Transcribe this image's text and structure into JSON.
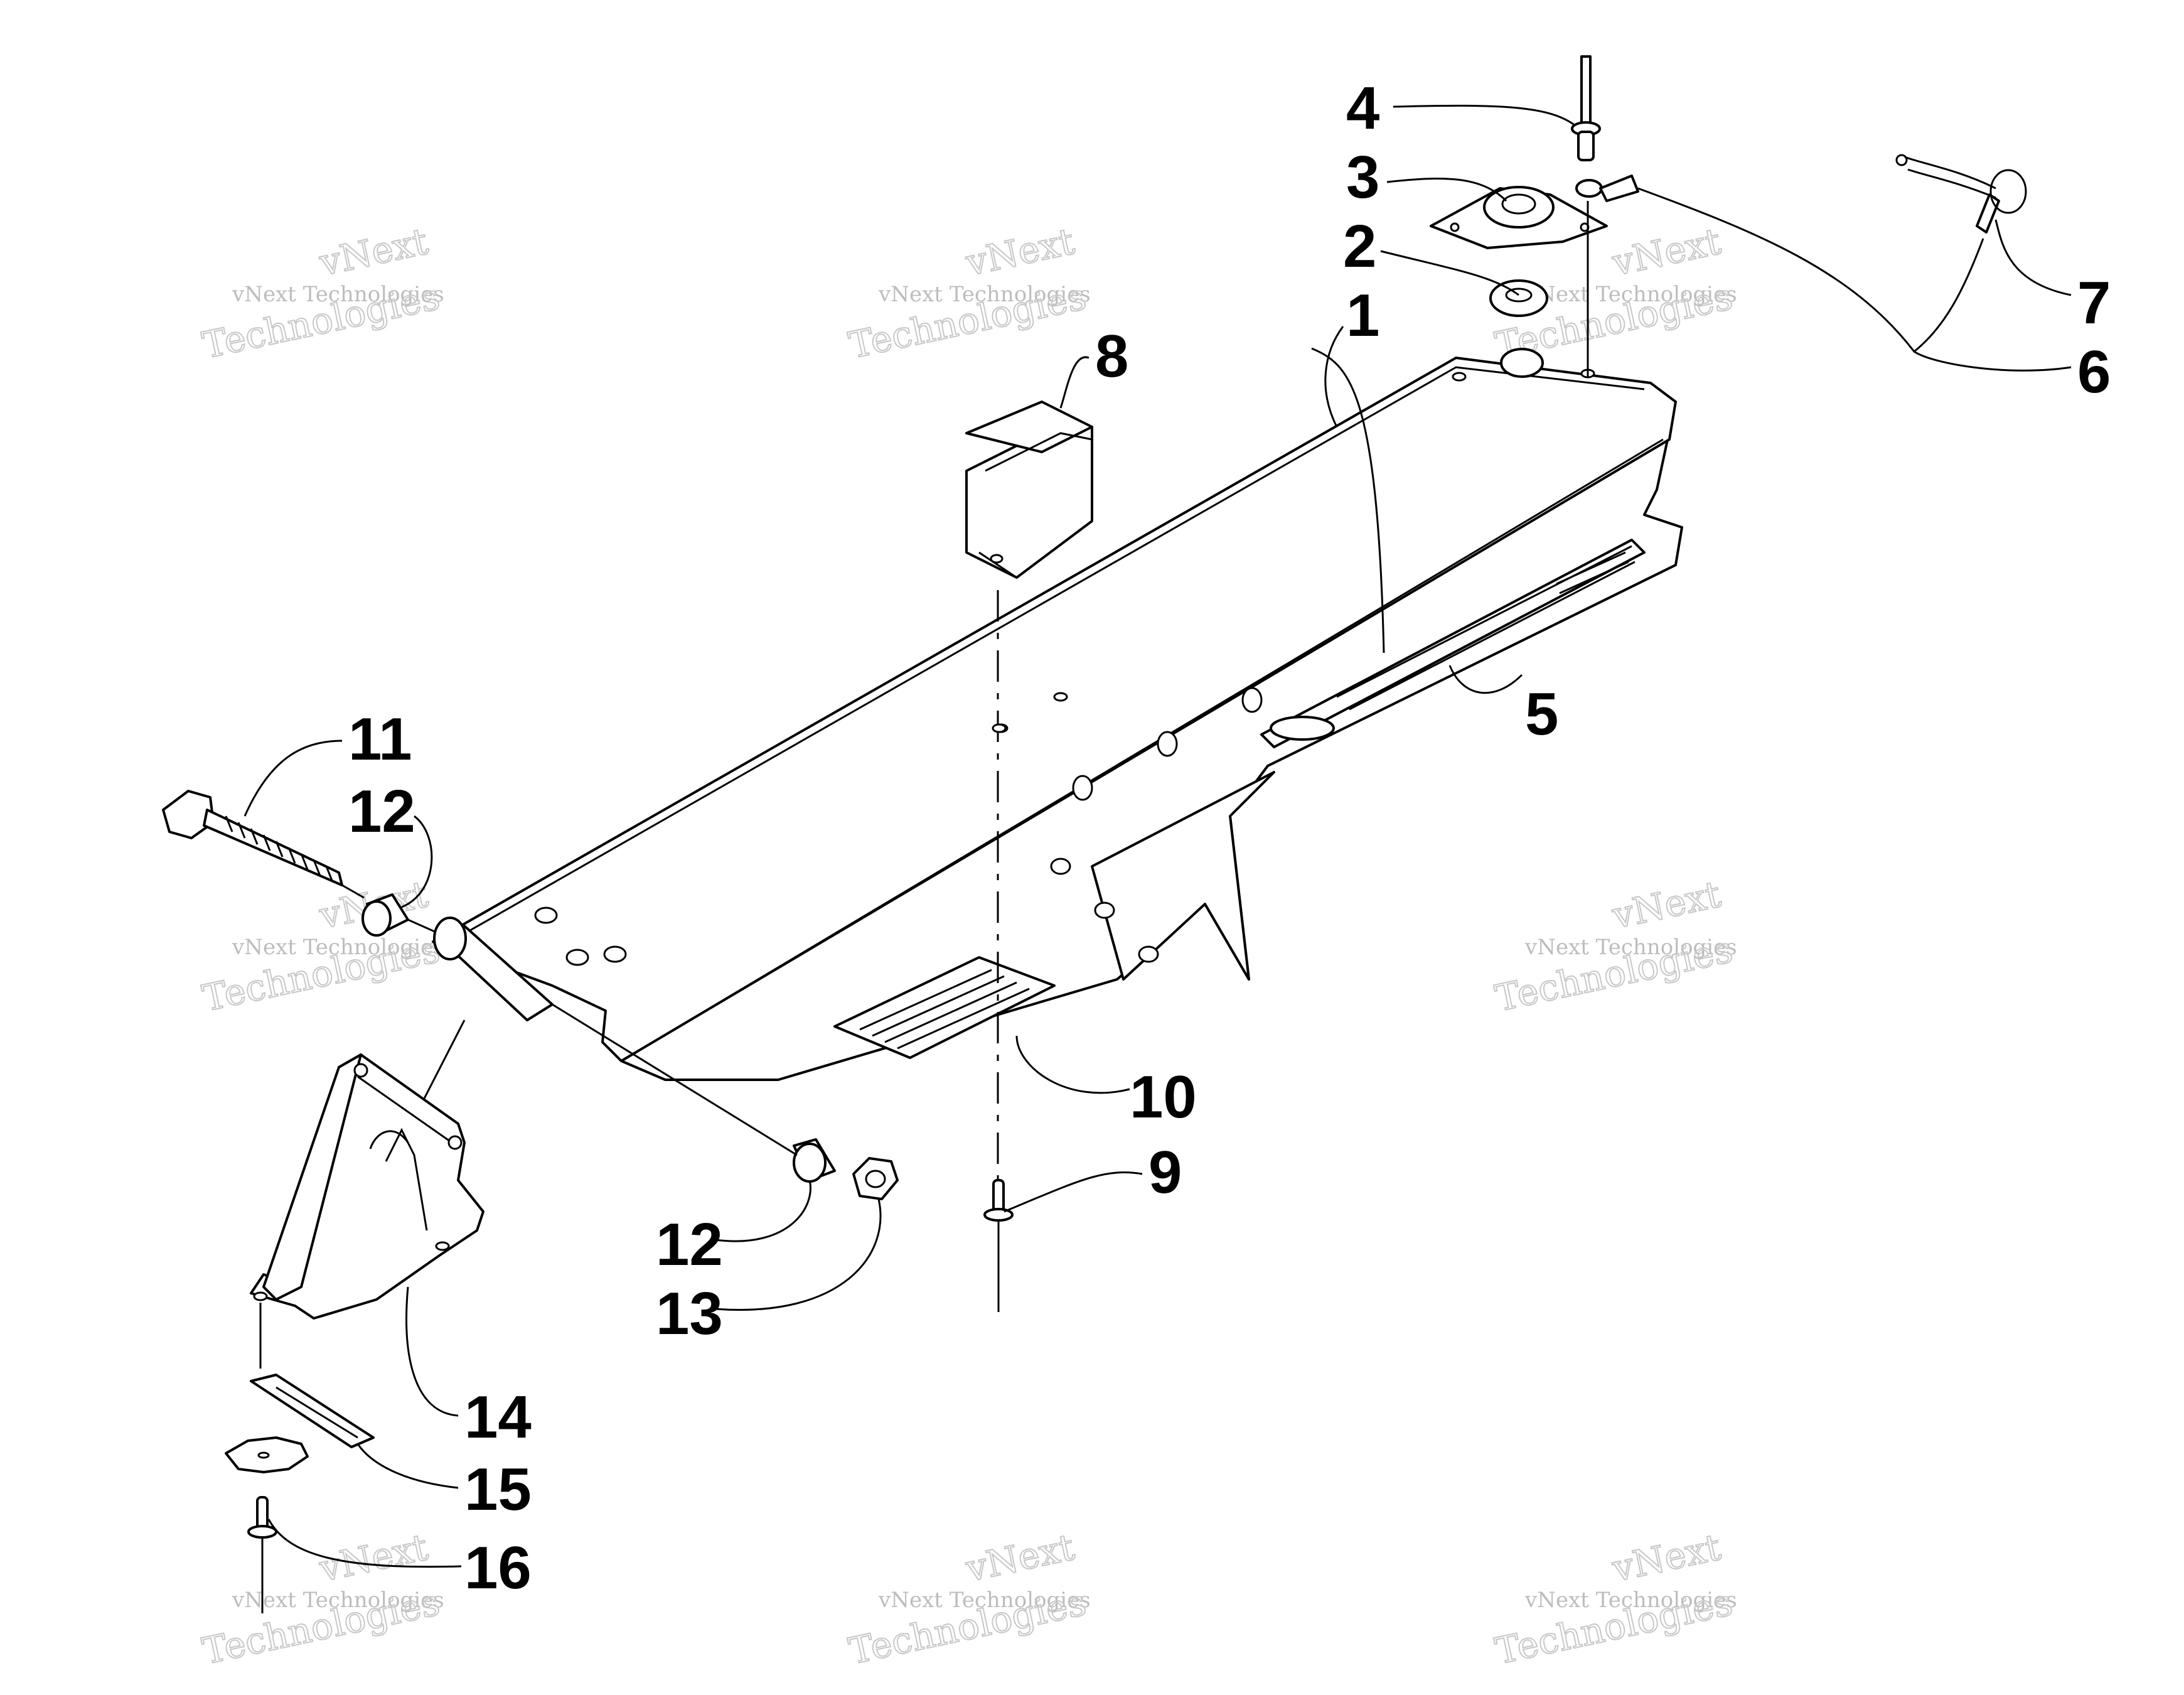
{
  "diagram": {
    "callouts": [
      "1",
      "2",
      "3",
      "4",
      "5",
      "6",
      "7",
      "8",
      "9",
      "10",
      "11",
      "12",
      "12",
      "13",
      "14",
      "15",
      "16"
    ],
    "watermark": {
      "line1": "vNext Technologies",
      "line2": "vNext",
      "line3": "Technologies"
    }
  }
}
